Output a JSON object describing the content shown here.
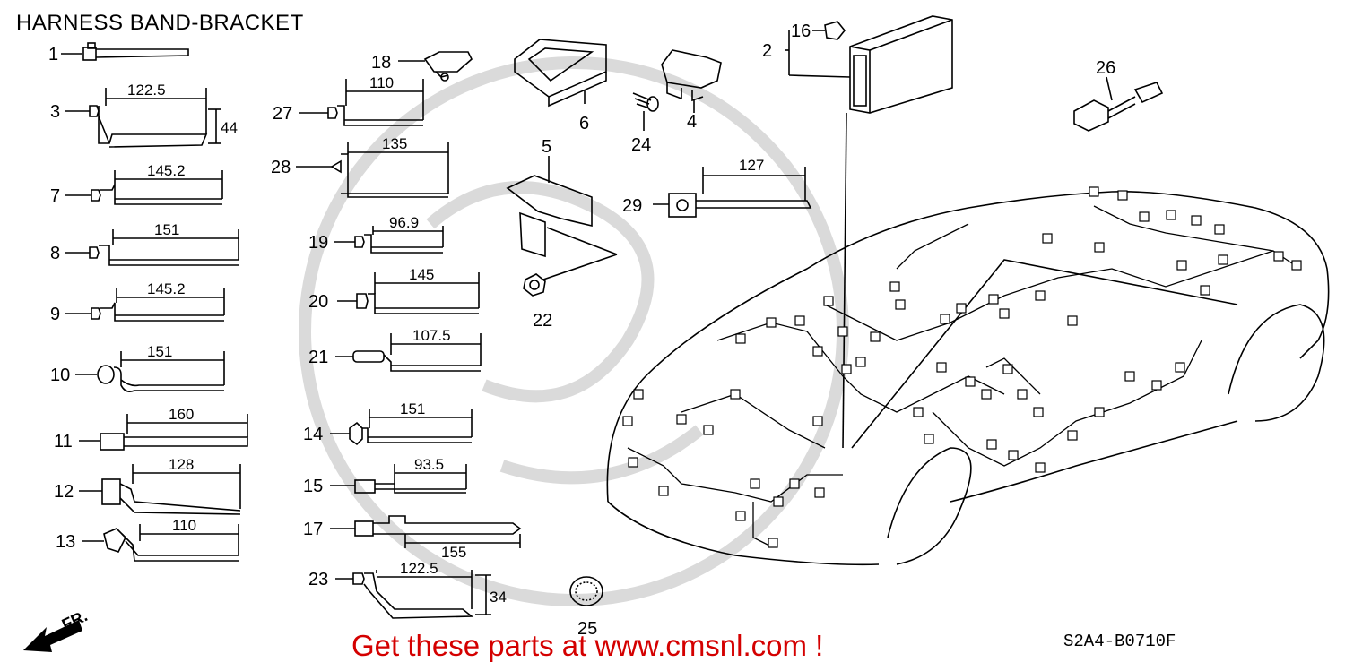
{
  "title": "HARNESS BAND-BRACKET",
  "promo_text": "Get these parts at www.cmsnl.com !",
  "diagram_code": "S2A4-B0710F",
  "direction_label": "FR.",
  "parts": [
    {
      "ref": "1"
    },
    {
      "ref": "3",
      "dims": [
        "122.5",
        "44"
      ]
    },
    {
      "ref": "7",
      "dims": [
        "145.2"
      ]
    },
    {
      "ref": "8",
      "dims": [
        "151"
      ]
    },
    {
      "ref": "9",
      "dims": [
        "145.2"
      ]
    },
    {
      "ref": "10",
      "dims": [
        "151"
      ]
    },
    {
      "ref": "11",
      "dims": [
        "160"
      ]
    },
    {
      "ref": "12",
      "dims": [
        "128"
      ]
    },
    {
      "ref": "13",
      "dims": [
        "110"
      ]
    },
    {
      "ref": "18"
    },
    {
      "ref": "27",
      "dims": [
        "110"
      ]
    },
    {
      "ref": "28",
      "dims": [
        "135"
      ]
    },
    {
      "ref": "19",
      "dims": [
        "96.9"
      ]
    },
    {
      "ref": "20",
      "dims": [
        "145"
      ]
    },
    {
      "ref": "21",
      "dims": [
        "107.5"
      ]
    },
    {
      "ref": "14",
      "dims": [
        "151"
      ]
    },
    {
      "ref": "15",
      "dims": [
        "93.5"
      ]
    },
    {
      "ref": "17",
      "dims": [
        "155"
      ]
    },
    {
      "ref": "23",
      "dims": [
        "122.5",
        "34"
      ]
    },
    {
      "ref": "6"
    },
    {
      "ref": "5"
    },
    {
      "ref": "22"
    },
    {
      "ref": "4"
    },
    {
      "ref": "24"
    },
    {
      "ref": "29",
      "dims": [
        "127"
      ]
    },
    {
      "ref": "16"
    },
    {
      "ref": "2"
    },
    {
      "ref": "26"
    },
    {
      "ref": "25"
    }
  ],
  "colors": {
    "promo": "#d40000",
    "line": "#000000",
    "watermark": "#d8d8d8"
  }
}
